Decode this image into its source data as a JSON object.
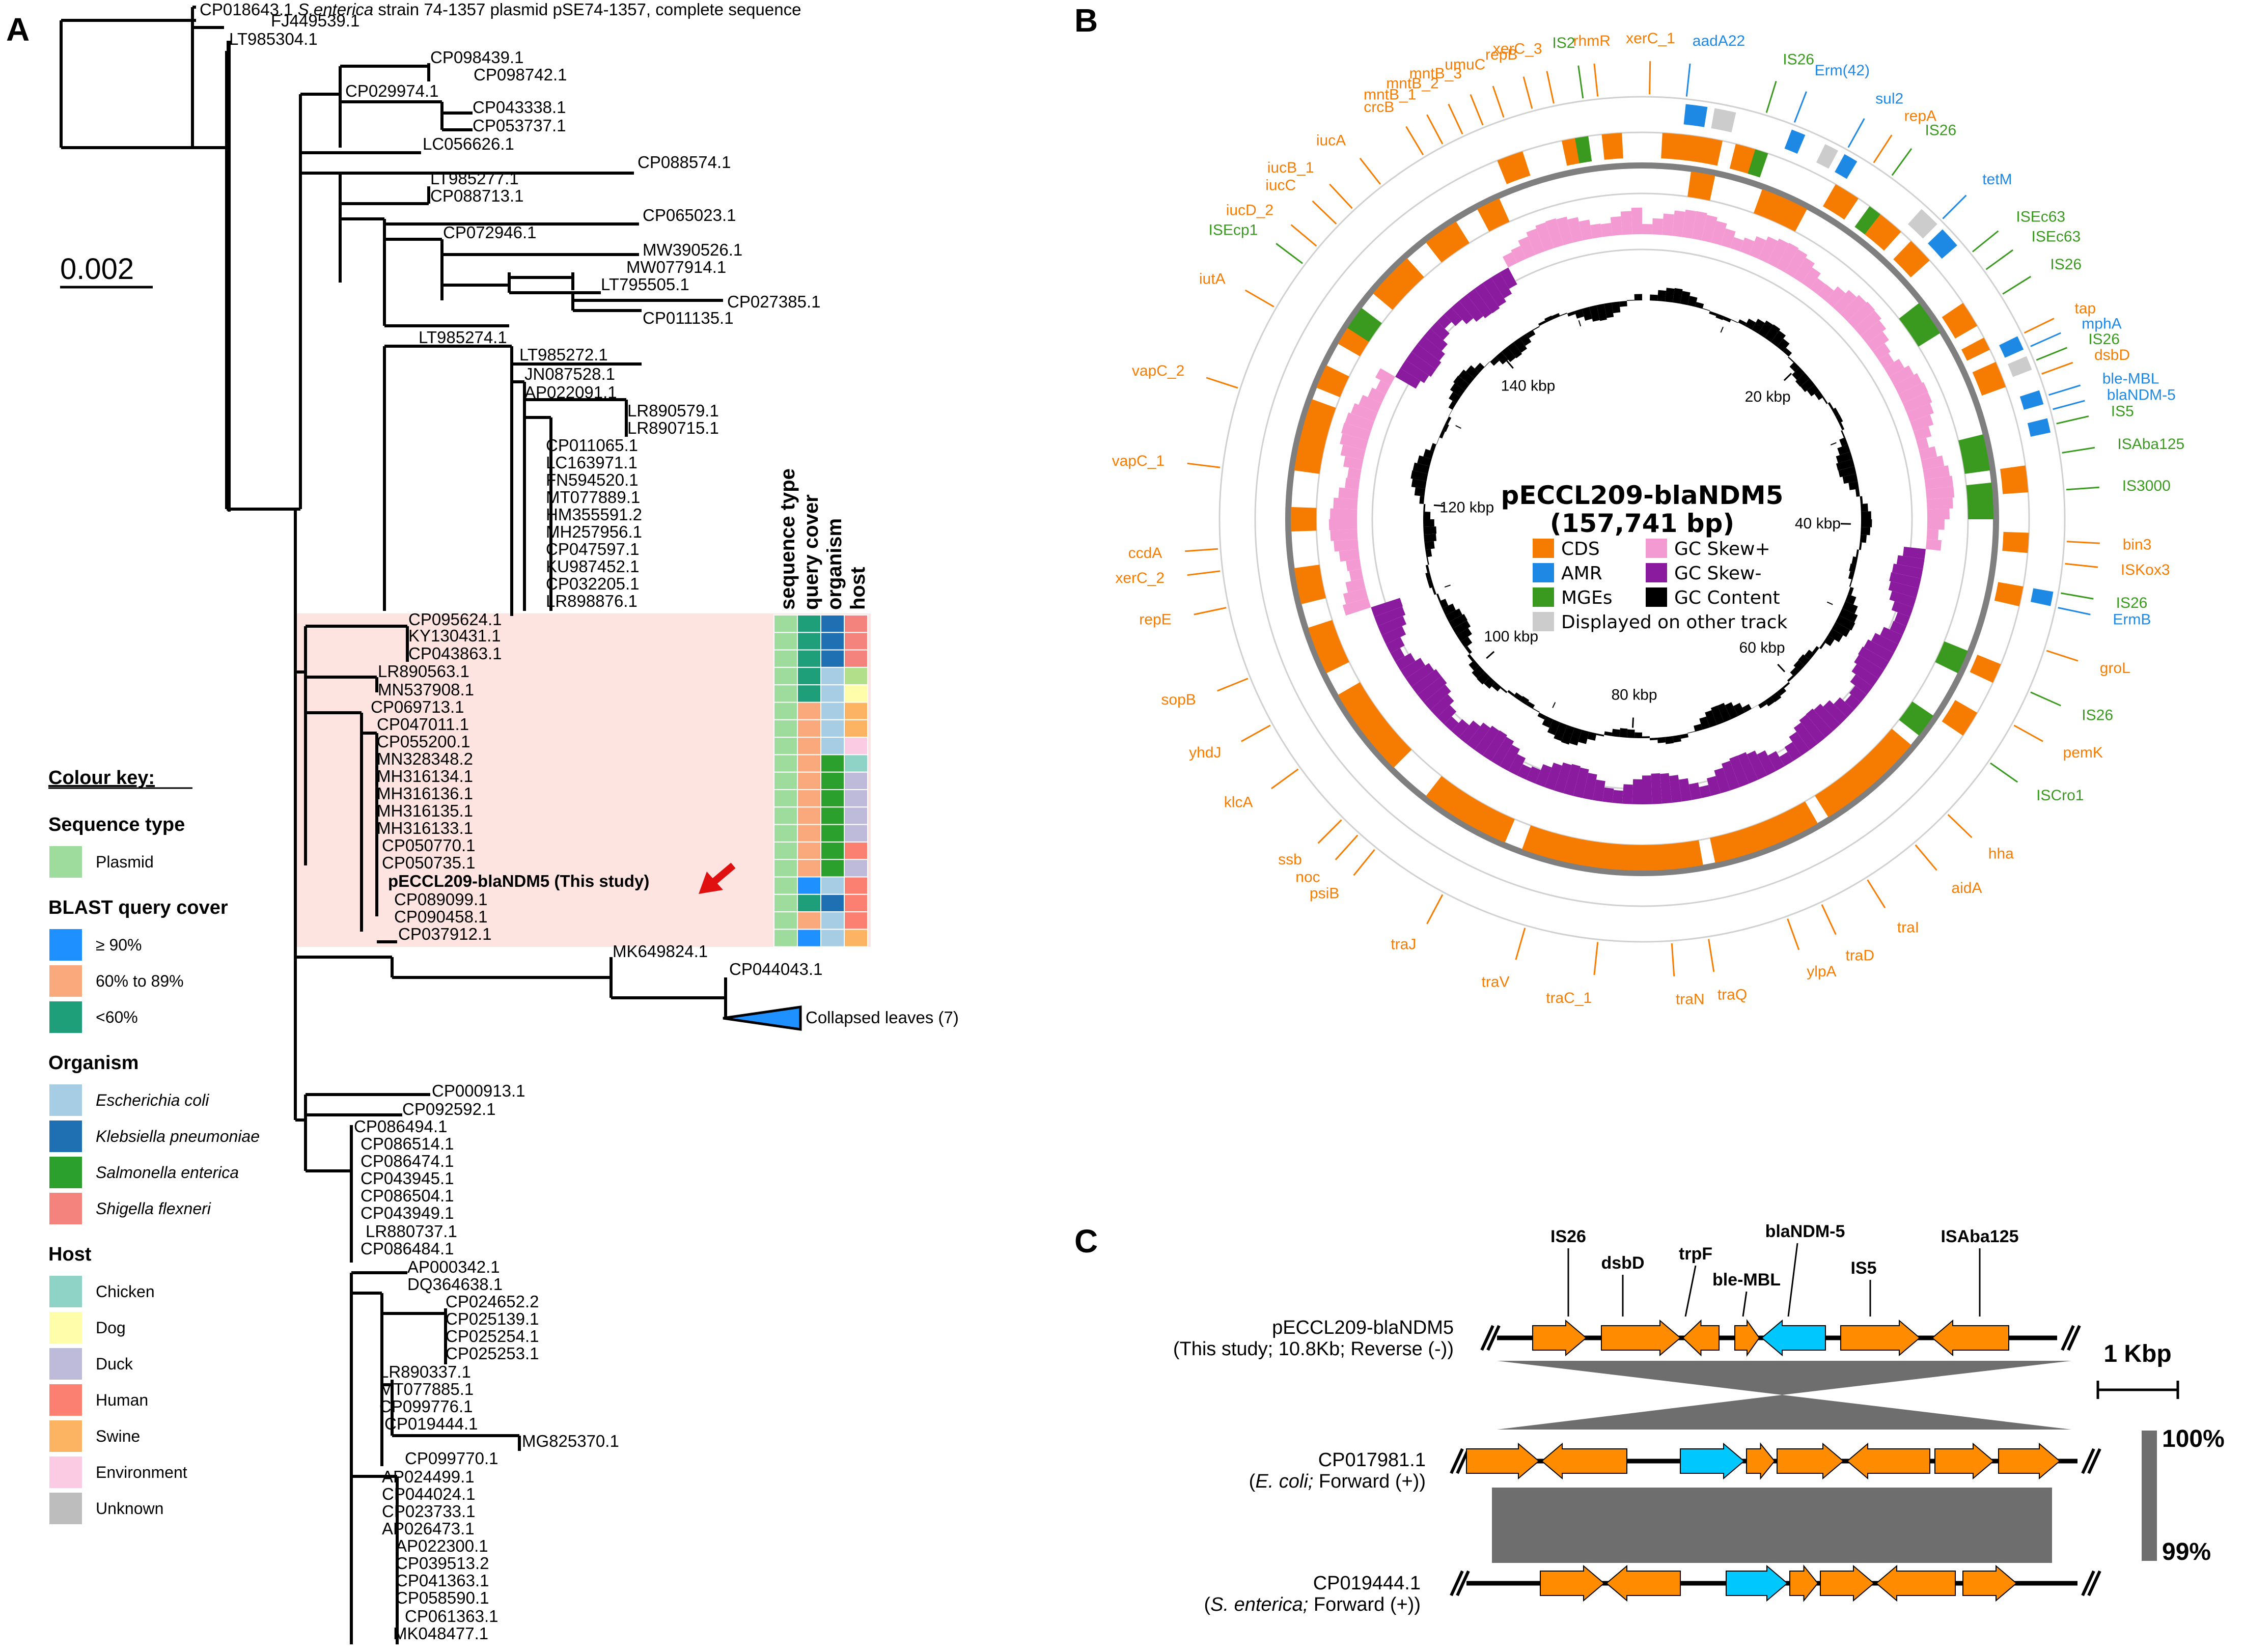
{
  "panels": {
    "a": "A",
    "b": "B",
    "c": "C"
  },
  "tree": {
    "scale_label": "0.002",
    "top_prefix": "CP018643.1 ",
    "top_species": "S.enterica",
    "top_suffix": " strain 74-1357 plasmid pSE74-1357, complete sequence",
    "collapsed_label": "Collapsed leaves (7)",
    "leaves_upper": [
      "FJ449539.1",
      "LT985304.1",
      "CP098439.1",
      "CP098742.1",
      "CP029974.1",
      "CP043338.1",
      "CP053737.1",
      "LC056626.1",
      "CP088574.1",
      "LT985277.1",
      "CP088713.1",
      "CP065023.1",
      "CP072946.1",
      "MW390526.1",
      "MW077914.1",
      "LT795505.1",
      "CP027385.1",
      "CP011135.1",
      "LT985274.1",
      "LT985272.1",
      "JN087528.1",
      "AP022091.1",
      "LR890579.1",
      "LR890715.1",
      "CP011065.1",
      "LC163971.1",
      "FN594520.1",
      "MT077889.1",
      "HM355591.2",
      "MH257956.1",
      "CP047597.1",
      "KU987452.1",
      "CP032205.1",
      "LR898876.1"
    ],
    "leaves_highlight": [
      "CP095624.1",
      "KY130431.1",
      "CP043863.1",
      "LR890563.1",
      "MN537908.1",
      "CP069713.1",
      "CP047011.1",
      "CP055200.1",
      "MN328348.2",
      "MH316134.1",
      "MH316136.1",
      "MH316135.1",
      "MH316133.1",
      "CP050770.1",
      "CP050735.1",
      "pECCL209-blaNDM5 (This study)",
      "CP089099.1",
      "CP090458.1",
      "CP037912.1"
    ],
    "leaves_mid": [
      "MK649824.1",
      "CP044043.1"
    ],
    "leaves_lower": [
      "CP000913.1",
      "CP092592.1",
      "CP086494.1",
      "CP086514.1",
      "CP086474.1",
      "CP043945.1",
      "CP086504.1",
      "CP043949.1",
      "LR880737.1",
      "CP086484.1",
      "AP000342.1",
      "DQ364638.1",
      "CP024652.2",
      "CP025139.1",
      "CP025254.1",
      "CP025253.1",
      "LR890337.1",
      "MT077885.1",
      "CP099776.1",
      "CP019444.1",
      "MG825370.1",
      "CP099770.1",
      "AP024499.1",
      "CP044024.1",
      "CP023733.1",
      "AP026473.1",
      "AP022300.1",
      "CP039513.2",
      "CP041363.1",
      "CP058590.1",
      "CP061363.1",
      "MK048477.1"
    ]
  },
  "heatmap": {
    "headers": [
      "sequence type",
      "query cover",
      "organism",
      "host"
    ],
    "cells": [
      [
        "#9edc9e",
        "#1f9e7a",
        "#1f6fb3",
        "#f4837d"
      ],
      [
        "#9edc9e",
        "#1f9e7a",
        "#1f6fb3",
        "#f4837d"
      ],
      [
        "#9edc9e",
        "#1f9e7a",
        "#1f6fb3",
        "#f4837d"
      ],
      [
        "#9edc9e",
        "#1f9e7a",
        "#a6cde3",
        "#b2df8a"
      ],
      [
        "#9edc9e",
        "#1f9e7a",
        "#a6cde3",
        "#fffdaa"
      ],
      [
        "#9edc9e",
        "#f9a97c",
        "#a6cde3",
        "#fdb462"
      ],
      [
        "#9edc9e",
        "#f9a97c",
        "#a6cde3",
        "#fdb462"
      ],
      [
        "#9edc9e",
        "#f9a97c",
        "#a6cde3",
        "#fbcbe4"
      ],
      [
        "#9edc9e",
        "#f9a97c",
        "#2ca02c",
        "#8fd3c7"
      ],
      [
        "#9edc9e",
        "#f9a97c",
        "#2ca02c",
        "#bebada"
      ],
      [
        "#9edc9e",
        "#f9a97c",
        "#2ca02c",
        "#bebada"
      ],
      [
        "#9edc9e",
        "#f9a97c",
        "#2ca02c",
        "#bebada"
      ],
      [
        "#9edc9e",
        "#f9a97c",
        "#2ca02c",
        "#bebada"
      ],
      [
        "#9edc9e",
        "#f9a97c",
        "#2ca02c",
        "#fb8072"
      ],
      [
        "#9edc9e",
        "#f9a97c",
        "#2ca02c",
        "#bebada"
      ],
      [
        "#9edc9e",
        "#1e90ff",
        "#a6cde3",
        "#fb8072"
      ],
      [
        "#9edc9e",
        "#1f9e7a",
        "#1f6fb3",
        "#fb8072"
      ],
      [
        "#9edc9e",
        "#f9a97c",
        "#a6cde3",
        "#fb8072"
      ],
      [
        "#9edc9e",
        "#1e90ff",
        "#a6cde3",
        "#fdb462"
      ]
    ]
  },
  "colour_key": {
    "title": "Colour key:",
    "sections": [
      {
        "title": "Sequence type",
        "items": [
          {
            "label": "Plasmid",
            "color": "#9edc9e"
          }
        ]
      },
      {
        "title": "BLAST query cover",
        "items": [
          {
            "label": "≥ 90%",
            "color": "#1e90ff"
          },
          {
            "label": "60% to 89%",
            "color": "#f9a97c"
          },
          {
            "label": "<60%",
            "color": "#1f9e7a"
          }
        ]
      },
      {
        "title": "Organism",
        "italic": true,
        "items": [
          {
            "label": "Escherichia coli",
            "color": "#a6cde3"
          },
          {
            "label": "Klebsiella pneumoniae",
            "color": "#1f6fb3"
          },
          {
            "label": "Salmonella enterica",
            "color": "#2ca02c"
          },
          {
            "label": "Shigella flexneri",
            "color": "#f4837d"
          }
        ]
      },
      {
        "title": "Host",
        "items": [
          {
            "label": "Chicken",
            "color": "#8fd3c7"
          },
          {
            "label": "Dog",
            "color": "#fffdaa"
          },
          {
            "label": "Duck",
            "color": "#bebada"
          },
          {
            "label": "Human",
            "color": "#fb8072"
          },
          {
            "label": "Swine",
            "color": "#fdb462"
          },
          {
            "label": "Environment",
            "color": "#fbcbe4"
          },
          {
            "label": "Unknown",
            "color": "#bdbdbd"
          }
        ]
      }
    ]
  },
  "plasmid_map": {
    "name": "pECCL209-blaNDM5",
    "size_label": "(157,741 bp)",
    "length_bp": 157741,
    "tick_labels": [
      {
        "label": "20 kbp",
        "kb": 20
      },
      {
        "label": "40 kbp",
        "kb": 40
      },
      {
        "label": "60 kbp",
        "kb": 60
      },
      {
        "label": "80 kbp",
        "kb": 80
      },
      {
        "label": "100 kbp",
        "kb": 100
      },
      {
        "label": "120 kbp",
        "kb": 120
      },
      {
        "label": "140 kbp",
        "kb": 140
      }
    ],
    "legend": [
      {
        "label": "CDS",
        "color": "#f57c00"
      },
      {
        "label": "AMR",
        "color": "#1e88e5"
      },
      {
        "label": "MGEs",
        "color": "#3a9a1f"
      },
      {
        "label": "Displayed on other track",
        "color": "#cccccc"
      },
      {
        "label": "GC Skew+",
        "color": "#f49ad2"
      },
      {
        "label": "GC Skew-",
        "color": "#8a1a9e"
      },
      {
        "label": "GC Content",
        "color": "#000000"
      }
    ],
    "colors": {
      "cds": "#f57c00",
      "amr": "#1e88e5",
      "mge": "#3a9a1f",
      "other": "#cccccc",
      "skew_pos": "#f49ad2",
      "skew_neg": "#8a1a9e",
      "gc": "#000000",
      "backbone": "#7f7f7f"
    },
    "genes": [
      {
        "label": "aadA22",
        "type": "amr",
        "angle": 6
      },
      {
        "label": "xerC_1",
        "type": "cds",
        "angle": 1
      },
      {
        "label": "rhmR",
        "type": "cds",
        "angle": -6
      },
      {
        "label": "IS26",
        "type": "mge",
        "angle": 17
      },
      {
        "label": "Erm(42)",
        "type": "amr",
        "angle": 21
      },
      {
        "label": "sul2",
        "type": "amr",
        "angle": 29
      },
      {
        "label": "repA",
        "type": "cds",
        "angle": 33
      },
      {
        "label": "IS26",
        "type": "mge",
        "angle": 36
      },
      {
        "label": "tetM",
        "type": "amr",
        "angle": 45
      },
      {
        "label": "ISEc63",
        "type": "mge",
        "angle": 51
      },
      {
        "label": "ISEc63",
        "type": "mge",
        "angle": 54
      },
      {
        "label": "IS26",
        "type": "mge",
        "angle": 58
      },
      {
        "label": "tap",
        "type": "cds",
        "angle": 64
      },
      {
        "label": "mphA",
        "type": "amr",
        "angle": 66
      },
      {
        "label": "IS26",
        "type": "mge",
        "angle": 68
      },
      {
        "label": "dsbD",
        "type": "cds",
        "angle": 70
      },
      {
        "label": "ble-MBL",
        "type": "amr",
        "angle": 73
      },
      {
        "label": "blaNDM-5",
        "type": "amr",
        "angle": 75
      },
      {
        "label": "IS5",
        "type": "mge",
        "angle": 77
      },
      {
        "label": "ISAba125",
        "type": "mge",
        "angle": 81
      },
      {
        "label": "IS3000",
        "type": "mge",
        "angle": 86
      },
      {
        "label": "bin3",
        "type": "cds",
        "angle": 93
      },
      {
        "label": "ISKox3",
        "type": "cds",
        "angle": 96
      },
      {
        "label": "IS26",
        "type": "mge",
        "angle": 100
      },
      {
        "label": "ErmB",
        "type": "amr",
        "angle": 102
      },
      {
        "label": "groL",
        "type": "cds",
        "angle": 108
      },
      {
        "label": "IS26",
        "type": "mge",
        "angle": 114
      },
      {
        "label": "pemK",
        "type": "cds",
        "angle": 119
      },
      {
        "label": "ISCro1",
        "type": "mge",
        "angle": 125
      },
      {
        "label": "hha",
        "type": "cds",
        "angle": 134
      },
      {
        "label": "aidA",
        "type": "cds",
        "angle": 140
      },
      {
        "label": "traI",
        "type": "cds",
        "angle": 148
      },
      {
        "label": "traD",
        "type": "cds",
        "angle": 155
      },
      {
        "label": "ylpA",
        "type": "cds",
        "angle": 160
      },
      {
        "label": "traQ",
        "type": "cds",
        "angle": 171
      },
      {
        "label": "traN",
        "type": "cds",
        "angle": 176
      },
      {
        "label": "traC_1",
        "type": "cds",
        "angle": 186
      },
      {
        "label": "traV",
        "type": "cds",
        "angle": 196
      },
      {
        "label": "traJ",
        "type": "cds",
        "angle": 208
      },
      {
        "label": "psiB",
        "type": "cds",
        "angle": 219
      },
      {
        "label": "noc",
        "type": "cds",
        "angle": 222
      },
      {
        "label": "ssb",
        "type": "cds",
        "angle": 225
      },
      {
        "label": "klcA",
        "type": "cds",
        "angle": 234
      },
      {
        "label": "yhdJ",
        "type": "cds",
        "angle": 241
      },
      {
        "label": "sopB",
        "type": "cds",
        "angle": 248
      },
      {
        "label": "repE",
        "type": "cds",
        "angle": 258
      },
      {
        "label": "xerC_2",
        "type": "cds",
        "angle": 263
      },
      {
        "label": "ccdA",
        "type": "cds",
        "angle": 266
      },
      {
        "label": "vapC_1",
        "type": "cds",
        "angle": 277
      },
      {
        "label": "vapC_2",
        "type": "cds",
        "angle": 288
      },
      {
        "label": "iutA",
        "type": "cds",
        "angle": 300
      },
      {
        "label": "ISEcp1",
        "type": "mge",
        "angle": 307
      },
      {
        "label": "iucD_2",
        "type": "cds",
        "angle": 310
      },
      {
        "label": "iucC",
        "type": "cds",
        "angle": 314
      },
      {
        "label": "iucB_1",
        "type": "cds",
        "angle": 317
      },
      {
        "label": "iucA",
        "type": "cds",
        "angle": 322
      },
      {
        "label": "crcB",
        "type": "cds",
        "angle": 329
      },
      {
        "label": "mntB_1",
        "type": "cds",
        "angle": 332
      },
      {
        "label": "mntB_2",
        "type": "cds",
        "angle": 335
      },
      {
        "label": "mntB_3",
        "type": "cds",
        "angle": 338
      },
      {
        "label": "umuC",
        "type": "cds",
        "angle": 341
      },
      {
        "label": "repB",
        "type": "cds",
        "angle": 345
      },
      {
        "label": "xerC_3",
        "type": "cds",
        "angle": 348
      },
      {
        "label": "IS2",
        "type": "mge",
        "angle": 352
      }
    ]
  },
  "synteny": {
    "tracks": [
      {
        "line1": "pECCL209-blaNDM5",
        "line2": "(This study; 10.8Kb; Reverse (-))",
        "italic2": ""
      },
      {
        "line1": "CP017981.1",
        "line2a": "(",
        "italic2": "E. coli;",
        "line2b": " Forward (+))"
      },
      {
        "line1": "CP019444.1",
        "line2a": "(",
        "italic2": "S. enterica;",
        "line2b": " Forward (+))"
      }
    ],
    "gene_labels": [
      "IS26",
      "dsbD",
      "trpF",
      "ble-MBL",
      "blaNDM-5",
      "IS5",
      "ISAba125"
    ],
    "scale_label": "1 Kbp",
    "identity_max": "100%",
    "identity_min": "99%",
    "colors": {
      "gene": "#ff8c00",
      "ndm": "#00c8ff",
      "block": "#6e6e6e"
    }
  }
}
